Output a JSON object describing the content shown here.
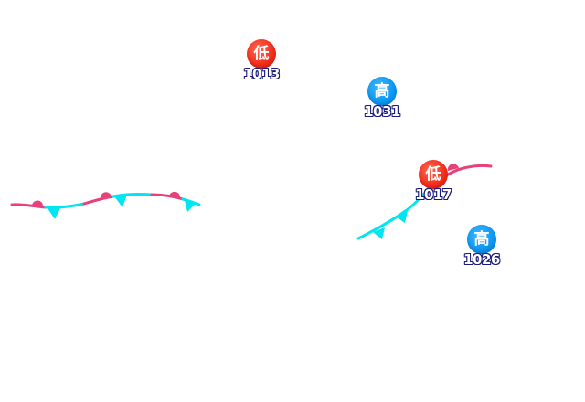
{
  "colors": {
    "warm_front": "#e8407a",
    "cold_front": "#00e5f2",
    "low_pressure": "#f22b18",
    "high_pressure": "#0a95f0"
  },
  "pressure_systems": [
    {
      "id": "low-1",
      "kind": "low",
      "symbol": "低",
      "value": "1013"
    },
    {
      "id": "high-1",
      "kind": "high",
      "symbol": "高",
      "value": "1031"
    },
    {
      "id": "low-2",
      "kind": "low",
      "symbol": "低",
      "value": "1017"
    },
    {
      "id": "high-2",
      "kind": "high",
      "symbol": "高",
      "value": "1026"
    }
  ],
  "fronts": [
    {
      "id": "front-west",
      "type": "stationary"
    },
    {
      "id": "front-east-warm",
      "type": "warm"
    },
    {
      "id": "front-east-cold",
      "type": "cold"
    }
  ]
}
